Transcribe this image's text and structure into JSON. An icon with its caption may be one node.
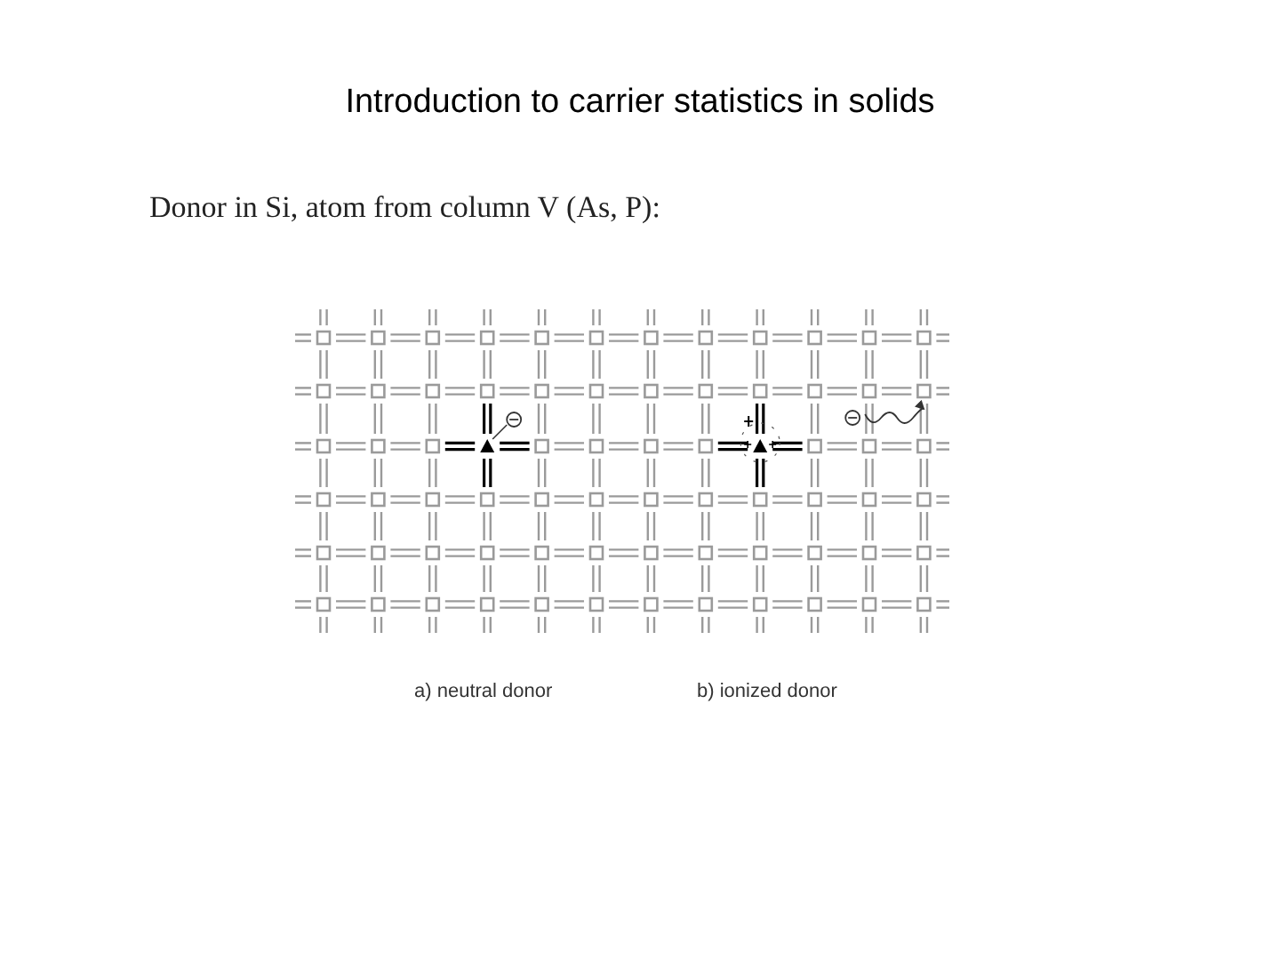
{
  "diagram": {
    "title": "Introduction to carrier statistics in solids",
    "labels": [
      "Donor in Si, atom from column V (As, P):",
      "a) neutral donor",
      "b) ionized donor"
    ]
  }
}
